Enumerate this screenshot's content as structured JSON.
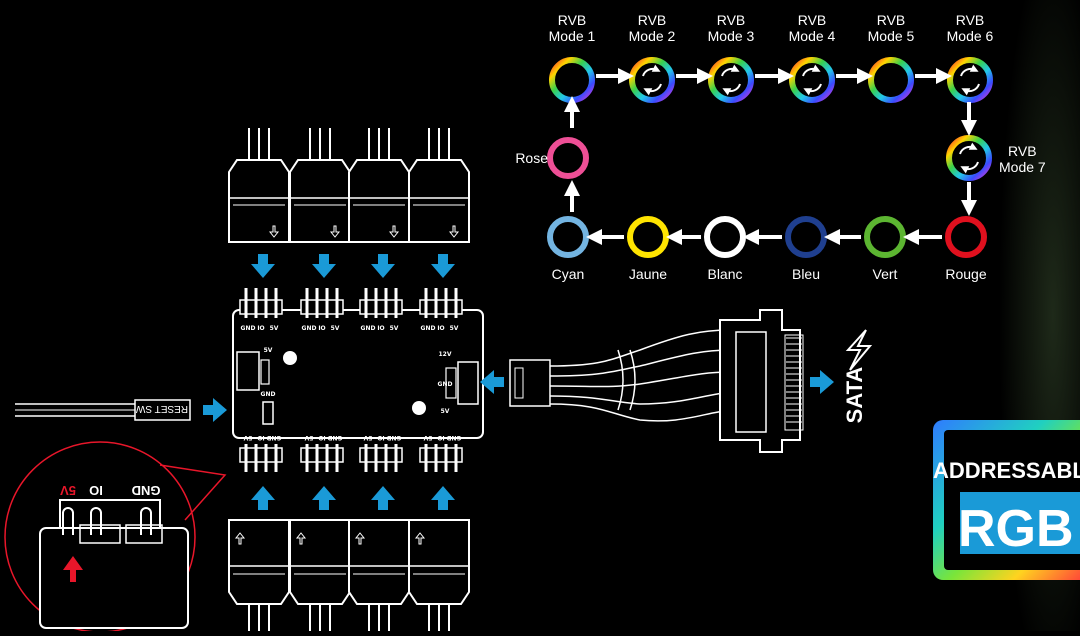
{
  "modes": [
    {
      "line1": "RVB",
      "line2": "Mode 1"
    },
    {
      "line1": "RVB",
      "line2": "Mode 2"
    },
    {
      "line1": "RVB",
      "line2": "Mode 3"
    },
    {
      "line1": "RVB",
      "line2": "Mode 4"
    },
    {
      "line1": "RVB",
      "line2": "Mode 5"
    },
    {
      "line1": "RVB",
      "line2": "Mode 6"
    },
    {
      "line1": "RVB",
      "line2": "Mode 7"
    }
  ],
  "colors": [
    {
      "label": "Rouge",
      "hex": "#e0101e"
    },
    {
      "label": "Vert",
      "hex": "#5cb531"
    },
    {
      "label": "Bleu",
      "hex": "#1f3f8f"
    },
    {
      "label": "Blanc",
      "hex": "#ffffff"
    },
    {
      "label": "Jaune",
      "hex": "#ffe400"
    },
    {
      "label": "Cyan",
      "hex": "#73b4e1"
    },
    {
      "label": "Rose",
      "hex": "#ee4f96"
    }
  ],
  "hub": {
    "pins_top": [
      "GND",
      "IO",
      "5V"
    ],
    "pins_bottom": [
      "5V",
      "IO",
      "GND"
    ],
    "left_side": [
      "5V",
      "GND"
    ],
    "right_side": [
      "12V",
      "GND",
      "5V"
    ]
  },
  "reset_label": "RESET SW",
  "sata_label": "SATA",
  "zoom": {
    "pins": [
      "5V",
      "IO",
      "GND"
    ],
    "highlight_hex": "#e8162a"
  },
  "badge": {
    "line1": "ADDRESSABLE",
    "line2": "RGB"
  },
  "accent_hex": "#1a9ad7"
}
